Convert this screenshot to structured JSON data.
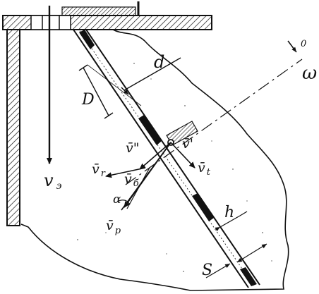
{
  "labels": {
    "v_e": "v",
    "v_e_sub": "э",
    "d": "d",
    "D": "D",
    "omega": "ω",
    "omega_top": "0",
    "v_bar_prime": "v̄'",
    "v_bar_double_prime": "v̄\"",
    "v_r": "v̄",
    "v_r_sub": "r",
    "v_b": "v̄",
    "v_b_sub": "б",
    "v_t": "v̄",
    "v_t_sub": "t",
    "alpha": "α",
    "v_p": "v̄",
    "v_p_sub": "p",
    "h": "h",
    "s": "S"
  }
}
